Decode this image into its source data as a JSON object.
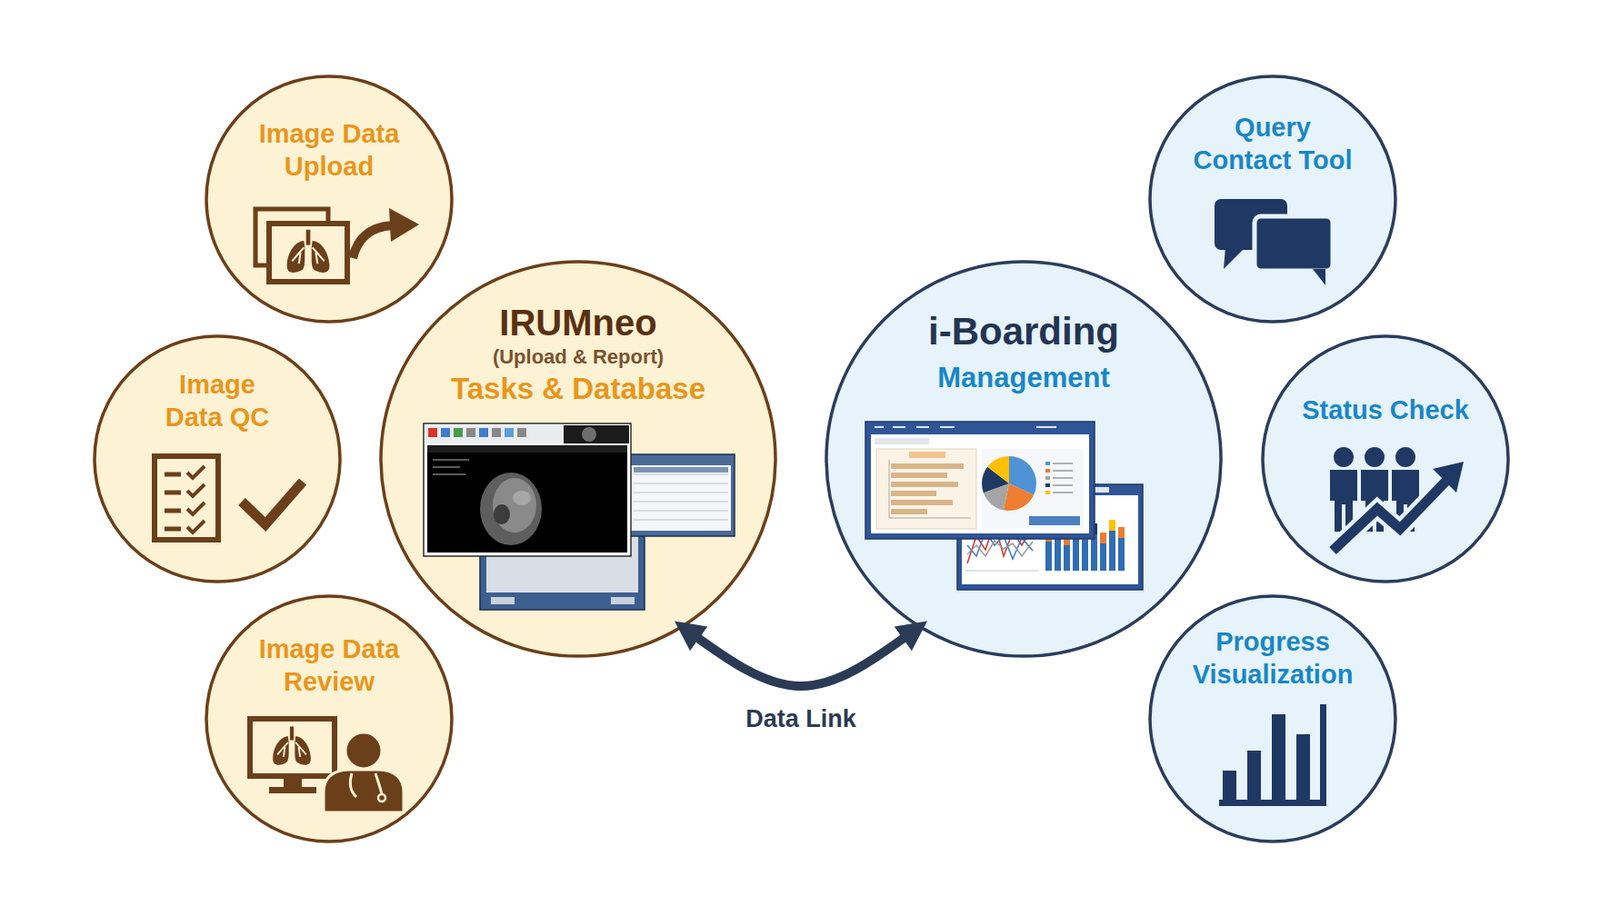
{
  "diagram": {
    "nodes": [
      {
        "text": [
          "Image Data Upload"
        ]
      },
      {
        "text": [
          "Image Data QC"
        ]
      },
      {
        "text": [
          "Image Data Review"
        ]
      },
      {
        "text": [
          "IRUMneo",
          "(Upload & Report)",
          "Tasks & Database"
        ]
      },
      {
        "text": [
          "i-Boarding",
          "Management"
        ]
      },
      {
        "text": [
          "Query Contact Tool"
        ]
      },
      {
        "text": [
          "Status Check"
        ]
      },
      {
        "text": [
          "Progress Visualization"
        ]
      }
    ],
    "edges": [
      {
        "from": 3,
        "to": 4,
        "label": "Data Link",
        "arrow": "both"
      }
    ]
  }
}
